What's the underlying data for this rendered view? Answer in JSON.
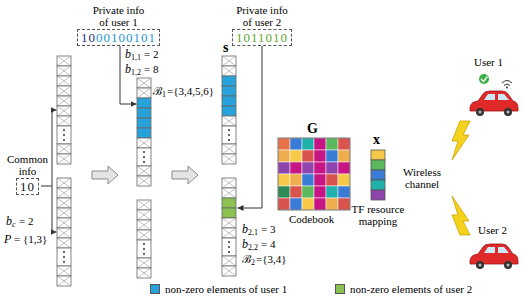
{
  "diagram": {
    "nodes": [
      {
        "text": [
          "Private info of user 1",
          "10",
          "00100101"
        ]
      },
      {
        "text": [
          "Private info of user 2",
          "1011010"
        ]
      },
      {
        "text": [
          "Common info",
          "10"
        ]
      }
    ],
    "labels": [
      "b",
      "1,1",
      "= 2",
      "b",
      "1,2",
      "= 8",
      "ℬ",
      "1",
      "={3,4,5,6}",
      "b",
      "2,1",
      "= 3",
      "b",
      "2,2",
      "= 4",
      "ℬ",
      "2",
      "={3,4}",
      "b",
      "c",
      "= 2",
      "P",
      "= {1,3}",
      "s",
      "G",
      "Codebook",
      "x",
      "TF resource mapping",
      "Wireless channel",
      "User 1",
      "User 2"
    ],
    "legend": [
      {
        "text": "non-zero elements of user 1",
        "color": "#27a2db"
      },
      {
        "text": "non-zero elements of user 2",
        "color": "#8cc152"
      }
    ]
  }
}
